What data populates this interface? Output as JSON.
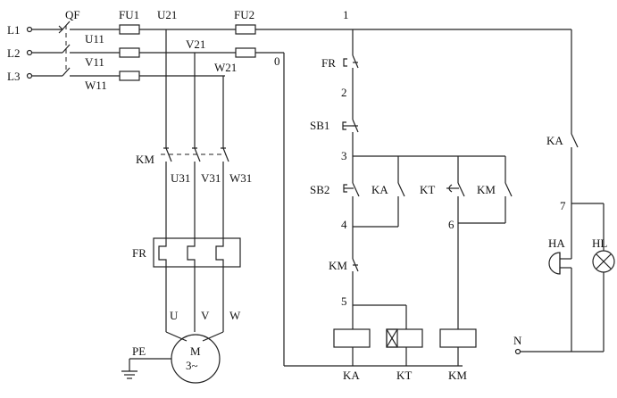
{
  "labels": {
    "L1": "L1",
    "L2": "L2",
    "L3": "L3",
    "QF": "QF",
    "FU1": "FU1",
    "FU2": "FU2",
    "U21": "U21",
    "V21": "V21",
    "W21": "W21",
    "U11": "U11",
    "V11": "V11",
    "W11": "W11",
    "n1": "1",
    "n0": "0",
    "n2": "2",
    "n3": "3",
    "n4": "4",
    "n5": "5",
    "n6": "6",
    "n7": "7",
    "KM_main": "KM",
    "U31": "U31",
    "V31": "V31",
    "W31": "W31",
    "FR_main": "FR",
    "U": "U",
    "V": "V",
    "W": "W",
    "M": "M",
    "M3": "3~",
    "PE": "PE",
    "FR_ctrl": "FR",
    "SB1": "SB1",
    "SB2": "SB2",
    "KA_c1": "KA",
    "KT_c": "KT",
    "KM_c1": "KM",
    "KM_c2": "KM",
    "KA_coil": "KA",
    "KT_coil": "KT",
    "KM_coil": "KM",
    "KA_alarm": "KA",
    "HA": "HA",
    "HL": "HL",
    "N": "N"
  }
}
